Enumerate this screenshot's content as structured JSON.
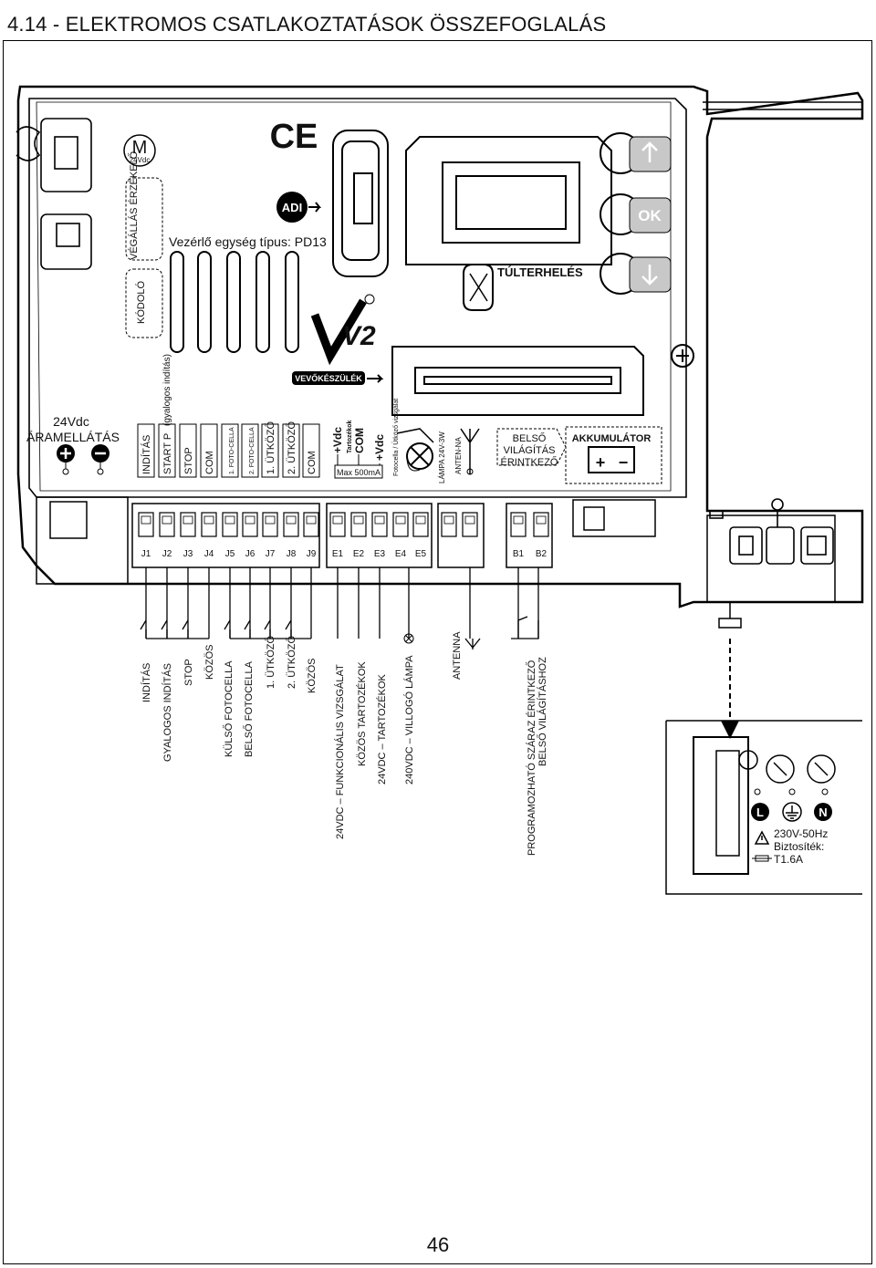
{
  "heading": "4.14 - ELEKTROMOS CSATLAKOZTATÁSOK ÖSSZEFOGLALÁS",
  "page_number": "46",
  "board": {
    "motor_label": "M",
    "motor_sub": "24Vdc",
    "limit_switch": "VÉGÁLLÁS ÉRZÉKELŐ",
    "encoder": "KÓDOLÓ",
    "ce_mark": "CE",
    "adi_logo": "ADI",
    "controller_type": "Vezérlő egység típus: PD13",
    "brand_logo": "V2",
    "receiver": "VEVŐKÉSZÜLÉK",
    "overload": "TÚLTERHELÉS",
    "ok_button": "OK",
    "power_label_1": "24Vdc",
    "power_label_2": "ÁRAMELLÁTÁS",
    "pedestrian_note": "(gyalogos indítás)",
    "terminal_labels": [
      "INDÍTÁS",
      "START P",
      "STOP",
      "COM",
      "1. FOTO-CELLA",
      "2. FOTO-CELLA",
      "1. ÜTKÖZŐ",
      "2. ÜTKÖZŐ",
      "COM"
    ],
    "accessory_labels": [
      "+Vdc",
      "Tartozékok",
      "COM",
      "+Vdc",
      "Fotocella / Ütköző vizsgálat"
    ],
    "max_current": "Max 500mA",
    "lamp_label": "LÁMPA 24V-3W",
    "antenna_label": "ANTEN-NA",
    "internal_light": [
      "BELSŐ",
      "VILÁGÍTÁS",
      "ÉRINTKEZŐ"
    ],
    "battery": "AKKUMULÁTOR",
    "battery_plus": "+",
    "battery_minus": "−",
    "terminals_j": [
      "J1",
      "J2",
      "J3",
      "J4",
      "J5",
      "J6",
      "J7",
      "J8",
      "J9"
    ],
    "terminals_e": [
      "E1",
      "E2",
      "E3",
      "E4",
      "E5"
    ],
    "terminals_b": [
      "B1",
      "B2"
    ]
  },
  "wiring": {
    "labels": [
      "INDÍTÁS",
      "GYALOGOS INDÍTÁS",
      "STOP",
      "KÖZÖS",
      "KÜLSŐ FOTOCELLA",
      "BELSŐ FOTOCELLA",
      "1. ÜTKÖZŐ",
      "2. ÜTKÖZŐ",
      "KÖZÖS",
      "24VDC – FUNKCIONÁLIS VIZSGÁLAT",
      "KÖZÖS TARTOZÉKOK",
      "24VDC – TARTOZÉKOK",
      "240VDC – VILLOGÓ LÁMPA",
      "ANTENNA",
      "PROGRAMOZHATÓ SZÁRAZ ÉRINTKEZŐ",
      "BELSŐ VILÁGÍTÁSHOZ"
    ]
  },
  "mains": {
    "L": "L",
    "N": "N",
    "voltage": "230V-50Hz",
    "fuse_label": "Biztosíték:",
    "fuse_value": "T1.6A"
  }
}
